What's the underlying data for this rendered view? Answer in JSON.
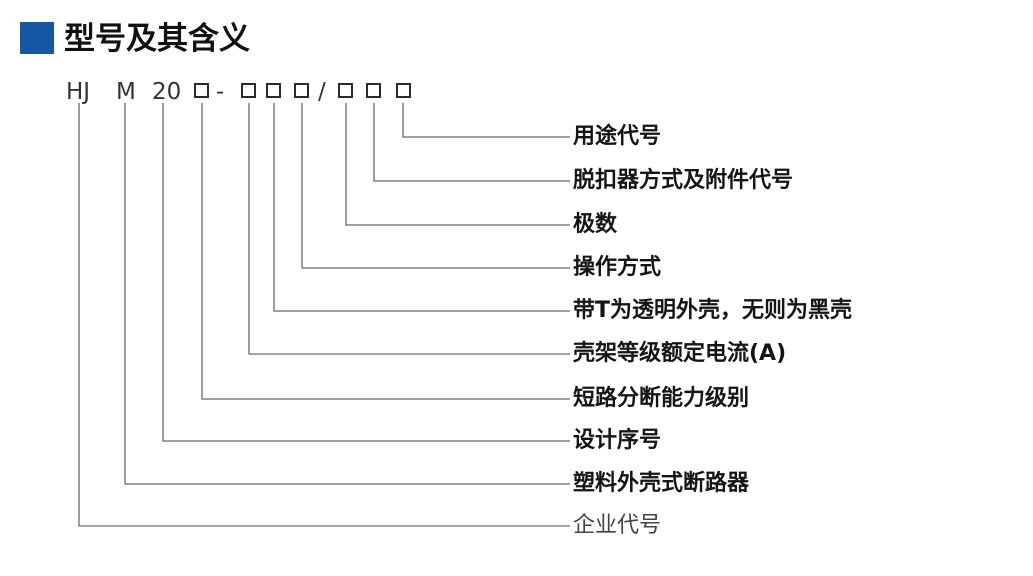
{
  "header": {
    "title": "型号及其含义",
    "accent_color": "#1457a3"
  },
  "model_code": {
    "series": "HJ",
    "type": "M",
    "design_no": "20",
    "dash": "-",
    "slash": "/"
  },
  "meanings": [
    "用途代号",
    "脱扣器方式及附件代号",
    "极数",
    "操作方式",
    "带T为透明外壳，无则为黑壳",
    "壳架等级额定电流(A)",
    "短路分断能力级别",
    "设计序号",
    "塑料外壳式断路器",
    "企业代号"
  ]
}
